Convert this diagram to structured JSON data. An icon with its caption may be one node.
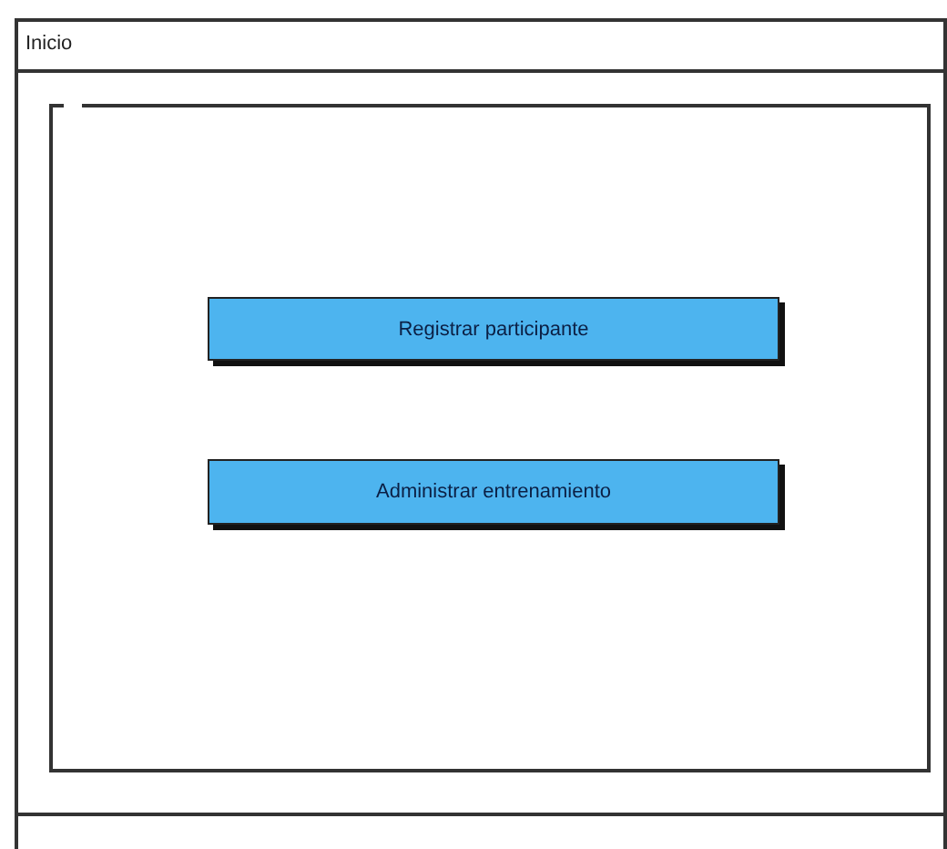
{
  "diagram": {
    "nodes": [
      {
        "text": [
          "Inicio"
        ]
      },
      {
        "text": [],
        "shape": "box",
        "in": 0
      },
      {
        "text": [
          "Registrar participante"
        ],
        "in": 1
      },
      {
        "text": [
          "Administrar entrenamiento"
        ],
        "in": 1
      },
      {
        "text": [],
        "shape": "bar",
        "in": 0
      }
    ]
  }
}
